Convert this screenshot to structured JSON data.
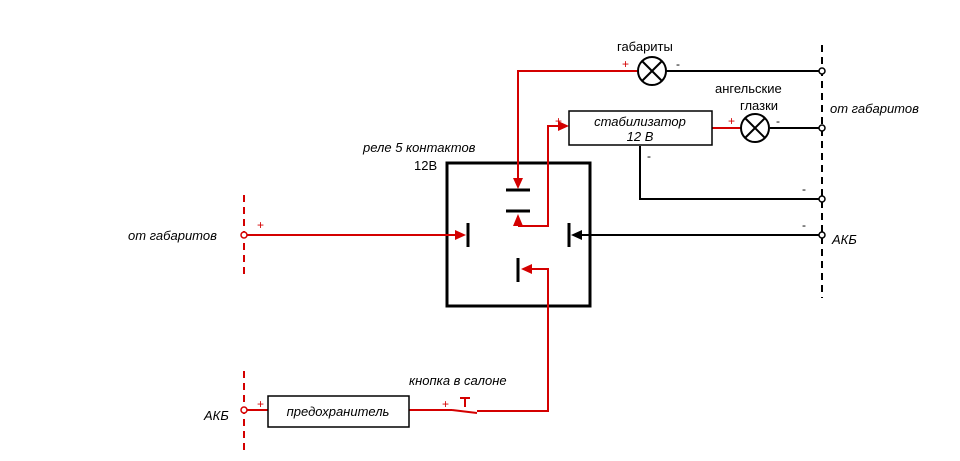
{
  "labels": {
    "relay_title": "реле 5 контактов",
    "relay_voltage": "12В",
    "from_markers_left": "от габаритов",
    "from_markers_right": "от габаритов",
    "akb_right": "АКБ",
    "akb_left": "АКБ",
    "markers_lamp": "габариты",
    "angel_eyes_line1": "ангельские",
    "angel_eyes_line2": "глазки",
    "stabilizer_line1": "стабилизатор",
    "stabilizer_line2": "12 В",
    "fuse": "предохранитель",
    "button": "кнопка в салоне"
  },
  "signs": {
    "plus": "+",
    "minus": "-"
  },
  "colors": {
    "positive_wire": "#d40000",
    "negative_wire": "#000000",
    "bus_line": "#000000",
    "left_bus_line": "#d40000"
  }
}
